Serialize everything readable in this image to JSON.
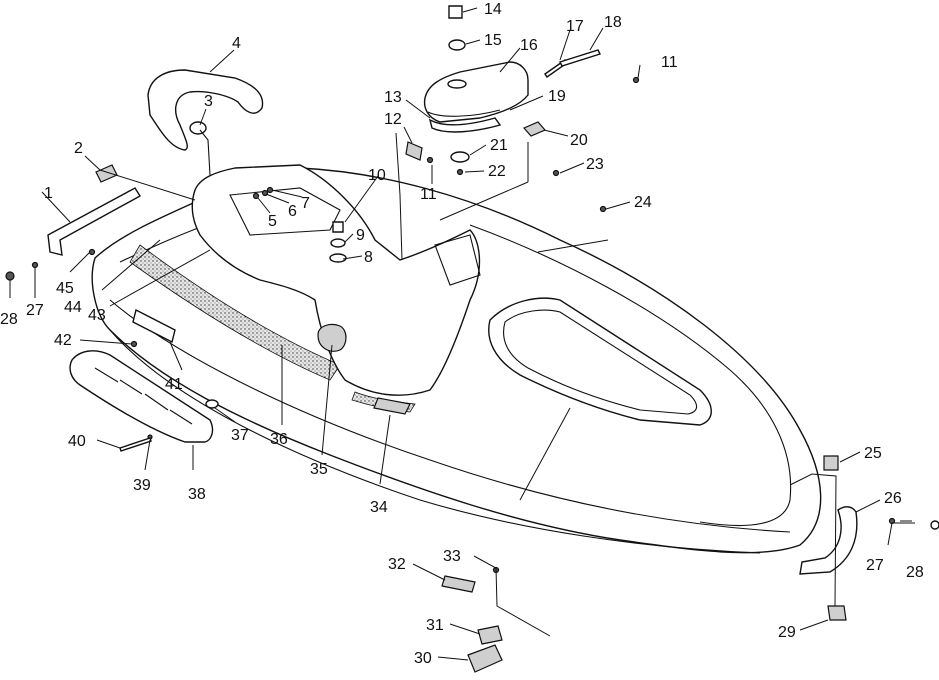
{
  "callouts": [
    {
      "n": "1"
    },
    {
      "n": "2"
    },
    {
      "n": "3"
    },
    {
      "n": "4"
    },
    {
      "n": "5"
    },
    {
      "n": "6"
    },
    {
      "n": "7"
    },
    {
      "n": "8"
    },
    {
      "n": "9"
    },
    {
      "n": "10"
    },
    {
      "n": "11"
    },
    {
      "n": "11"
    },
    {
      "n": "12"
    },
    {
      "n": "13"
    },
    {
      "n": "14"
    },
    {
      "n": "15"
    },
    {
      "n": "16"
    },
    {
      "n": "17"
    },
    {
      "n": "18"
    },
    {
      "n": "19"
    },
    {
      "n": "20"
    },
    {
      "n": "21"
    },
    {
      "n": "22"
    },
    {
      "n": "23"
    },
    {
      "n": "24"
    },
    {
      "n": "25"
    },
    {
      "n": "26"
    },
    {
      "n": "27"
    },
    {
      "n": "28"
    },
    {
      "n": "29"
    },
    {
      "n": "30"
    },
    {
      "n": "31"
    },
    {
      "n": "32"
    },
    {
      "n": "33"
    },
    {
      "n": "34"
    },
    {
      "n": "35"
    },
    {
      "n": "36"
    },
    {
      "n": "37"
    },
    {
      "n": "38"
    },
    {
      "n": "39"
    },
    {
      "n": "40"
    },
    {
      "n": "41"
    },
    {
      "n": "42"
    },
    {
      "n": "43"
    },
    {
      "n": "44"
    },
    {
      "n": "45"
    },
    {
      "n": "27"
    },
    {
      "n": "28"
    }
  ]
}
